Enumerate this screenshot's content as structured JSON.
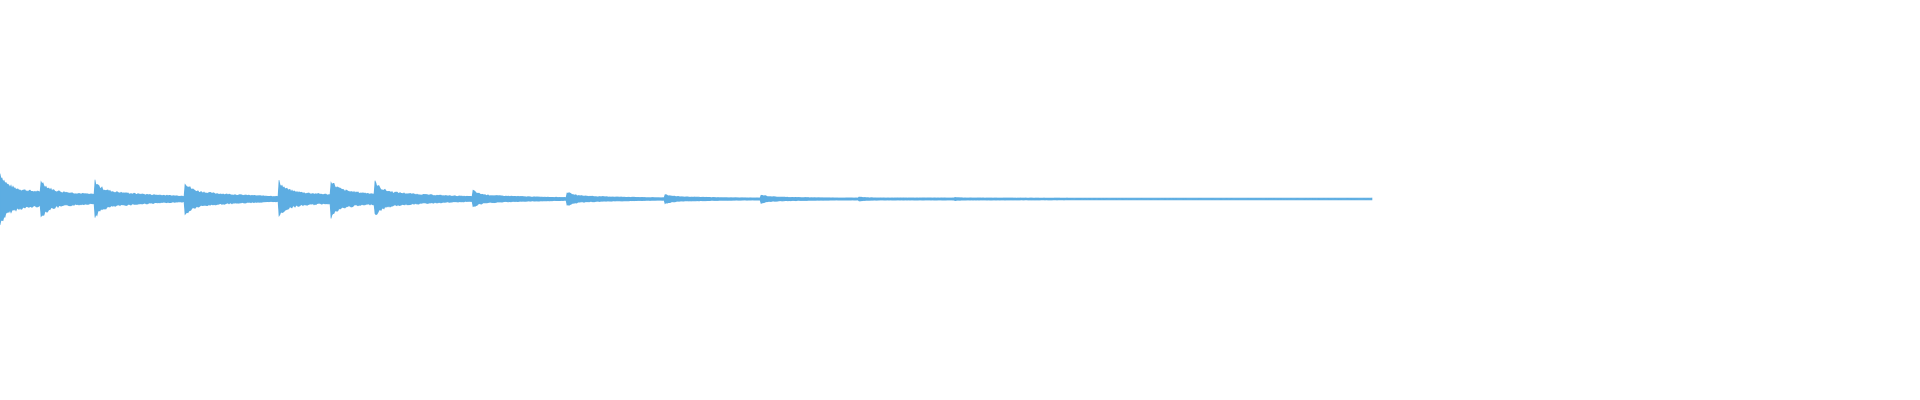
{
  "waveform": {
    "color": "#5dade2",
    "background": "#ffffff",
    "duration_fraction_with_audio": 0.715,
    "bursts": [
      {
        "t": 0.0,
        "a": 0.92
      },
      {
        "t": 0.021,
        "a": 0.7
      },
      {
        "t": 0.049,
        "a": 0.68
      },
      {
        "t": 0.096,
        "a": 0.62
      },
      {
        "t": 0.145,
        "a": 0.64
      },
      {
        "t": 0.172,
        "a": 0.7
      },
      {
        "t": 0.195,
        "a": 0.62
      },
      {
        "t": 0.246,
        "a": 0.3
      },
      {
        "t": 0.295,
        "a": 0.24
      },
      {
        "t": 0.346,
        "a": 0.16
      },
      {
        "t": 0.396,
        "a": 0.14
      },
      {
        "t": 0.447,
        "a": 0.06
      },
      {
        "t": 0.497,
        "a": 0.04
      }
    ],
    "tail_dots": [
      0.651,
      0.703
    ]
  }
}
